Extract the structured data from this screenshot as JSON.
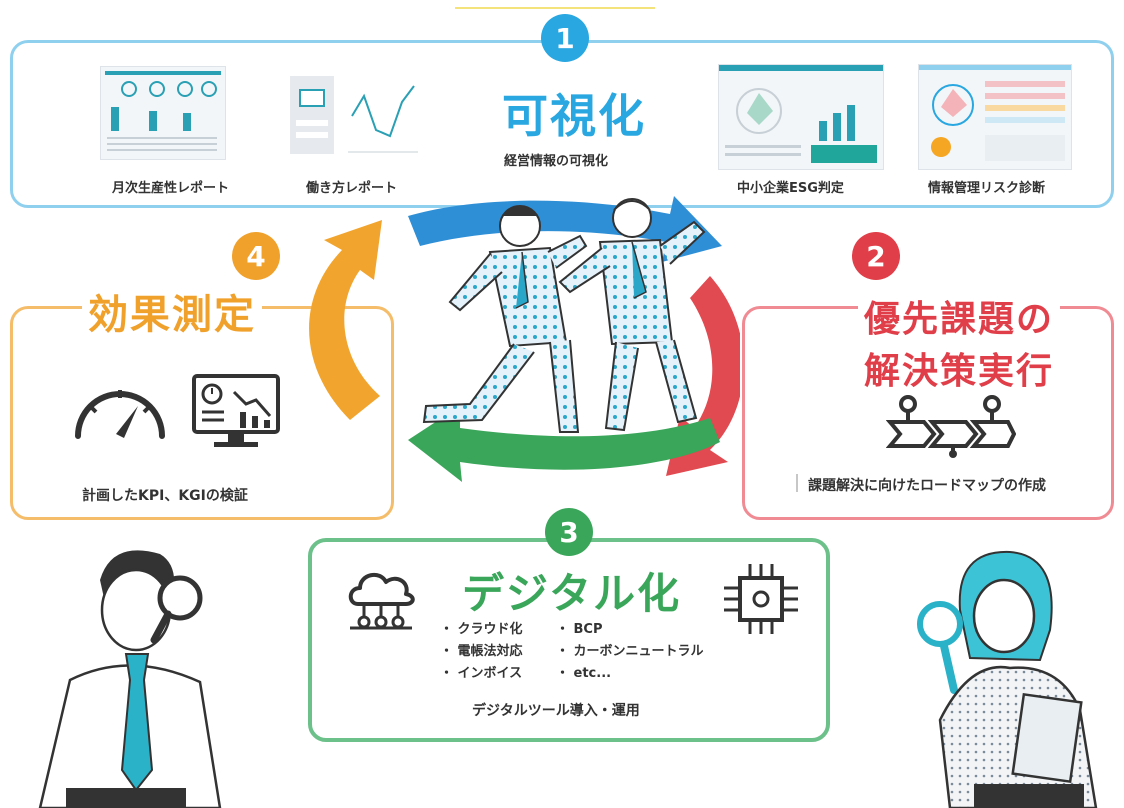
{
  "steps": {
    "one": {
      "number": "1",
      "title": "可視化",
      "subtitle": "経営情報の可視化",
      "reports": [
        "月次生産性レポート",
        "働き方レポート",
        "中小企業ESG判定",
        "情報管理リスク診断"
      ],
      "color": "#29a7e1",
      "border": "#8fd0ef"
    },
    "two": {
      "number": "2",
      "title_line1": "優先課題の",
      "title_line2": "解決策実行",
      "caption": "課題解決に向けたロードマップの作成",
      "color": "#e03e48",
      "border": "#f08a93"
    },
    "three": {
      "number": "3",
      "title": "デジタル化",
      "bullets_left": [
        "・ クラウド化",
        "・ 電帳法対応",
        "・ インボイス"
      ],
      "bullets_right": [
        "・ BCP",
        "・ カーボンニュートラル",
        "・ etc..."
      ],
      "caption": "デジタルツール導入・運用",
      "color": "#3aa65a",
      "border": "#6cc08a"
    },
    "four": {
      "number": "4",
      "title": "効果測定",
      "caption": "計画したKPI、KGIの検証",
      "color": "#f0a12c",
      "border": "#f5bd6a"
    }
  },
  "icons": {
    "step2": "roadmap-flow-icon",
    "step3_left": "cloud-network-icon",
    "step3_right": "chip-processor-icon",
    "step4_left": "speedometer-icon",
    "step4_right": "monitor-chart-icon"
  }
}
